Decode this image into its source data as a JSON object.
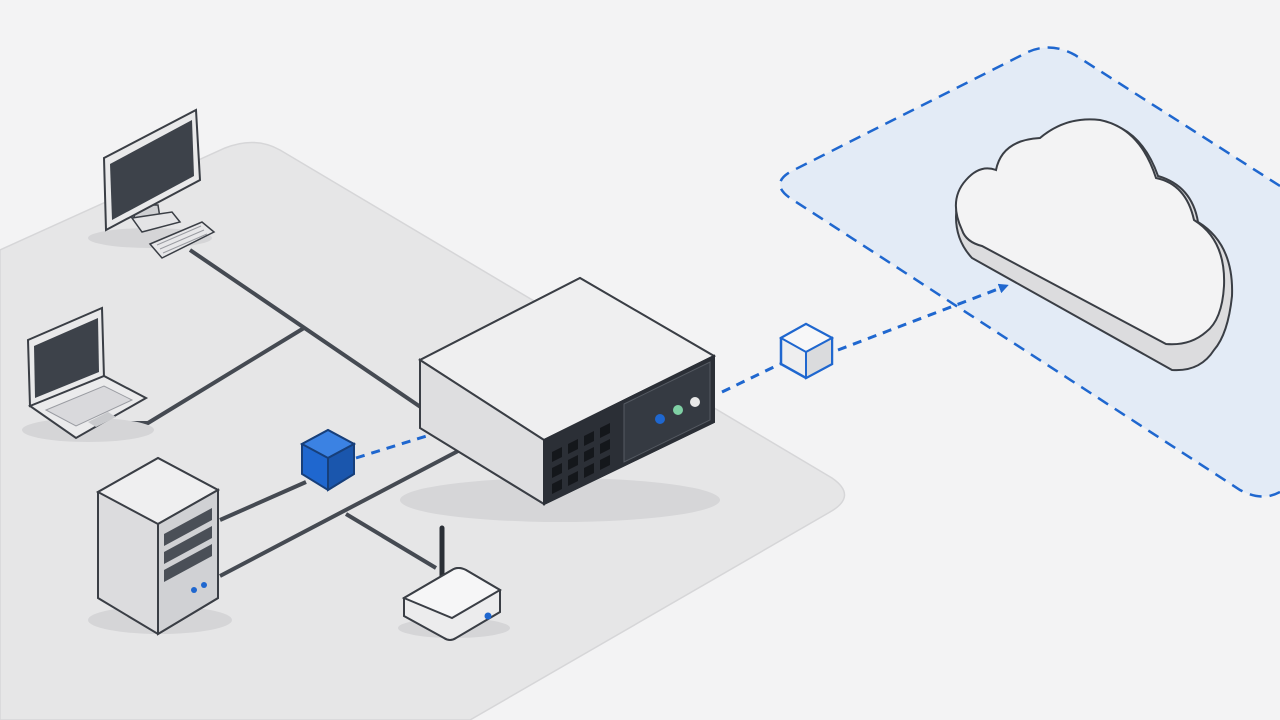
{
  "diagram": {
    "type": "isometric-network",
    "colors": {
      "background": "#f3f3f4",
      "lan_zone": "#e6e6e7",
      "cloud_zone_fill": "#e3ebf6",
      "accent_blue": "#1f67cf",
      "device_body": "#e9e9ea",
      "device_dark": "#2b2f36",
      "cable": "#454a52",
      "outline": "#3a3e45"
    },
    "zones": [
      {
        "id": "local-network",
        "style": "solid-gray"
      },
      {
        "id": "cloud",
        "style": "dashed-blue"
      }
    ],
    "nodes": [
      {
        "id": "desktop",
        "icon": "desktop-monitor-icon"
      },
      {
        "id": "laptop",
        "icon": "laptop-icon"
      },
      {
        "id": "tower-server",
        "icon": "tower-server-icon"
      },
      {
        "id": "wireless-router",
        "icon": "wifi-router-icon"
      },
      {
        "id": "central-server",
        "icon": "rack-server-icon"
      },
      {
        "id": "cloud",
        "icon": "cloud-icon"
      },
      {
        "id": "data-packet-local",
        "icon": "blue-cube-icon"
      },
      {
        "id": "data-packet-outbound",
        "icon": "outline-cube-icon"
      }
    ],
    "edges": [
      {
        "from": "desktop",
        "to": "central-server",
        "style": "cable"
      },
      {
        "from": "laptop",
        "to": "central-server",
        "style": "cable"
      },
      {
        "from": "tower-server",
        "to": "central-server",
        "style": "cable"
      },
      {
        "from": "wireless-router",
        "to": "central-server",
        "style": "cable"
      },
      {
        "from": "data-packet-local",
        "to": "central-server",
        "style": "dashed-arrow"
      },
      {
        "from": "central-server",
        "to": "cloud",
        "style": "dashed-arrow"
      }
    ]
  }
}
